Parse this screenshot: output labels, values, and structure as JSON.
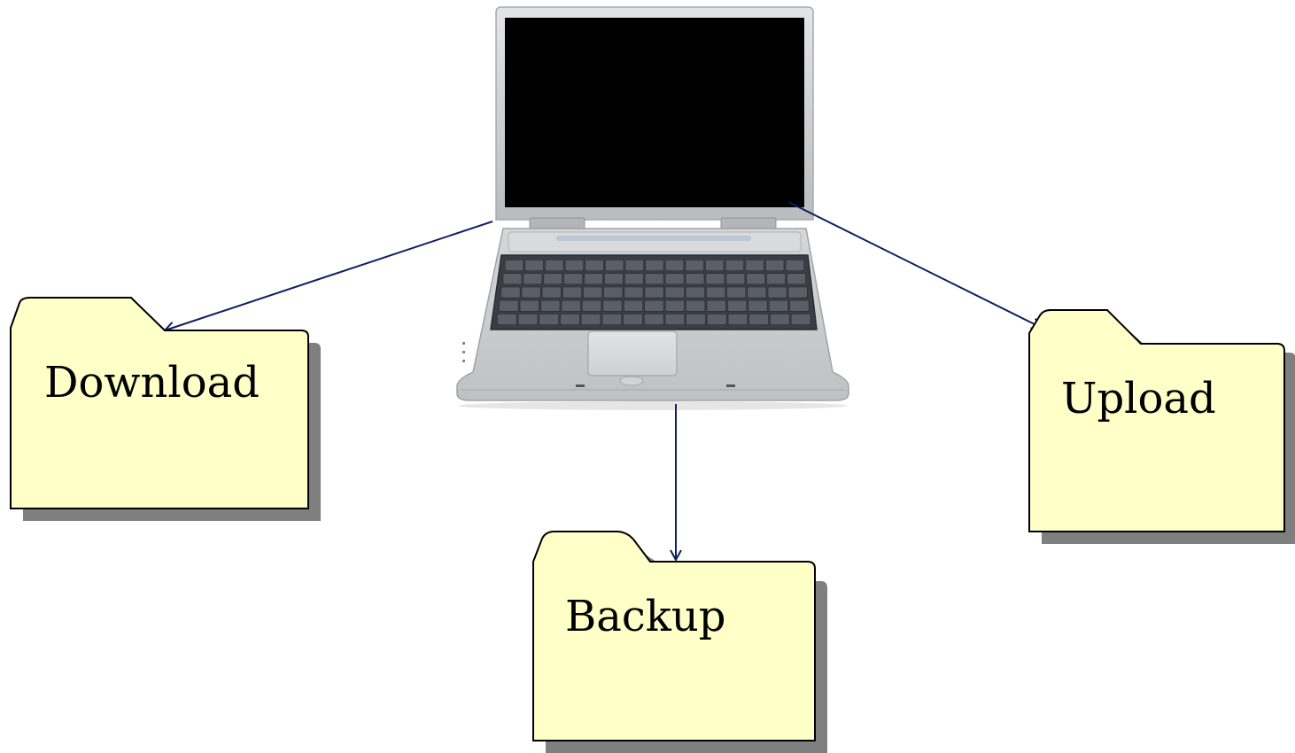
{
  "folders": {
    "download": {
      "label": "Download"
    },
    "upload": {
      "label": "Upload"
    },
    "backup": {
      "label": "Backup"
    }
  },
  "colors": {
    "folder_fill": "#ffffc8",
    "folder_shadow": "#7f7f7f",
    "arrow": "#0f1f5f",
    "laptop_body": "#c9cacc",
    "screen": "#000000",
    "keyboard": "#3a3d43"
  },
  "icons": {
    "device": "laptop-icon",
    "folder": "folder-icon"
  }
}
